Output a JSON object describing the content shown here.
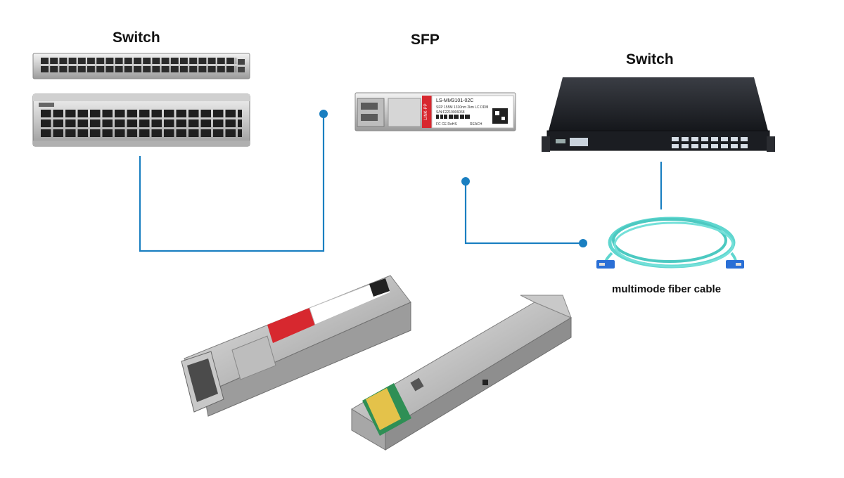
{
  "labels": {
    "switch_left": "Switch",
    "sfp": "SFP",
    "switch_right": "Switch",
    "cable": "multimode fiber cable"
  },
  "sfp_module": {
    "brand": "LINK-PP",
    "part_number": "LS-MM3101-02C",
    "spec": "SFP 155M 1310nm 2km LC DDM",
    "serial": "S/N:F2219006068",
    "marks": "FC CE RoHS",
    "reach": "REACH"
  },
  "colors": {
    "connector_line": "#1a7fc1",
    "brand_red": "#d7282f",
    "cable_aqua": "#5fd6cf",
    "lc_blue": "#2a6fd6"
  },
  "icons": {
    "left_switch": "network-switch-icon",
    "right_switch": "rack-switch-icon",
    "sfp": "sfp-transceiver-icon",
    "cable": "fiber-cable-icon"
  }
}
